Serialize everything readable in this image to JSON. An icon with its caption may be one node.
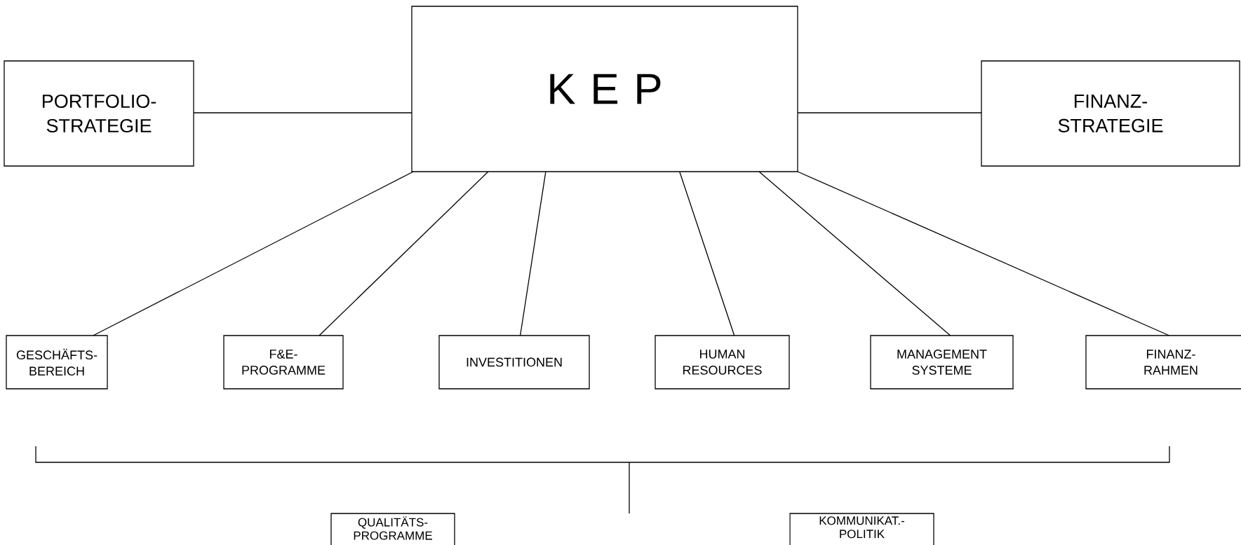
{
  "diagram": {
    "nodes": [
      {
        "text": [
          "K E P"
        ]
      },
      {
        "text": [
          "PORTFOLIO- STRATEGIE"
        ]
      },
      {
        "text": [
          "FINANZ- STRATEGIE"
        ]
      },
      {
        "text": [
          "GESCHÄFTS- BEREICH"
        ]
      },
      {
        "text": [
          "F&E- PROGRAMME"
        ]
      },
      {
        "text": [
          "INVESTITIONEN"
        ]
      },
      {
        "text": [
          "HUMAN RESOURCES"
        ]
      },
      {
        "text": [
          "MANAGEMENT SYSTEME"
        ]
      },
      {
        "text": [
          "FINANZ- RAHMEN"
        ]
      },
      {
        "text": [
          "QUALITÄTS- PROGRAMME"
        ]
      },
      {
        "text": [
          "KOMMUNIKAT.- POLITIK"
        ]
      }
    ],
    "edges": [
      {
        "from": 1,
        "to": 0,
        "arrow": "none"
      },
      {
        "from": 0,
        "to": 2,
        "arrow": "none"
      },
      {
        "from": 0,
        "to": 3,
        "arrow": "none"
      },
      {
        "from": 0,
        "to": 4,
        "arrow": "none"
      },
      {
        "from": 0,
        "to": 5,
        "arrow": "none"
      },
      {
        "from": 0,
        "to": 6,
        "arrow": "none"
      },
      {
        "from": 0,
        "to": 7,
        "arrow": "none"
      },
      {
        "from": 0,
        "to": 8,
        "arrow": "none"
      }
    ]
  }
}
